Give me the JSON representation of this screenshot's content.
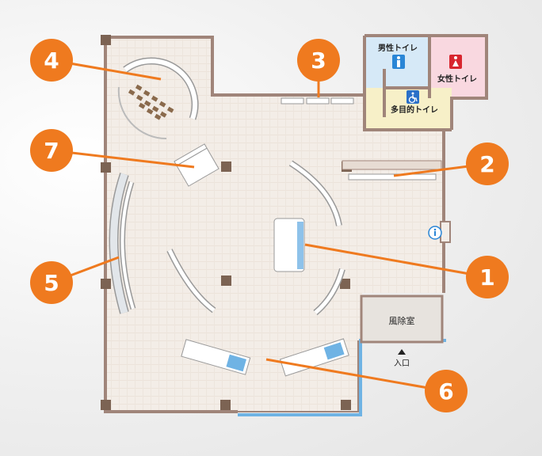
{
  "floor_plan": {
    "rooms": {
      "mens_toilet": "男性トイレ",
      "womens_toilet": "女性トイレ",
      "multipurpose_toilet": "多目的トイレ",
      "windbreak_room": "風除室",
      "entrance": "入口"
    },
    "icons": {
      "mens_toilet": "male-person-icon",
      "womens_toilet": "female-person-icon",
      "multipurpose_toilet": "wheelchair-icon",
      "information": "info-icon",
      "entrance": "triangle-up-icon"
    },
    "callouts": [
      "4",
      "3",
      "7",
      "2",
      "5",
      "1",
      "6"
    ],
    "colors": {
      "callout": "#ef7a1f",
      "wall": "#a0857a",
      "floor": "#f2ece6",
      "mens_bg": "#d6e9f7",
      "womens_bg": "#f9d8e0",
      "multi_bg": "#f7f0c8",
      "mens_icon": "#2a86d6",
      "womens_icon": "#d8262f",
      "glass": "#6fb3e4"
    }
  }
}
